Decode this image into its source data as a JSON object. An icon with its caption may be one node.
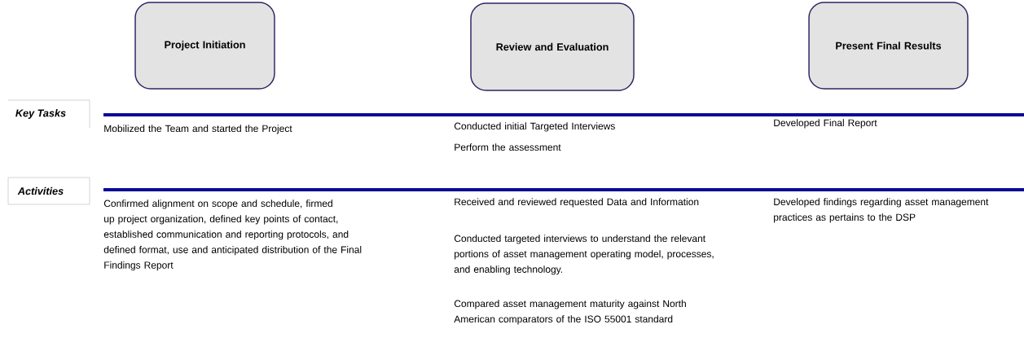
{
  "diagram": {
    "nodes": [
      {
        "text": [
          "Project Initiation"
        ]
      },
      {
        "text": [
          "Review and Evaluation"
        ]
      },
      {
        "text": [
          "Present Final Results"
        ]
      },
      {
        "text": [
          "Key Tasks"
        ]
      },
      {
        "text": [
          "Activities"
        ]
      }
    ],
    "labels": [
      "Mobilized the Team and started the Project",
      "Conducted initial Targeted Interviews",
      "Perform the assessment",
      "Developed Final Report",
      "Confirmed alignment on scope and schedule, firmed up project organization, defined key points of contact, established communication and reporting protocols, and defined format, use and anticipated distribution of the Final Findings Report",
      "Received and reviewed requested Data and Information",
      "Conducted targeted interviews to understand the relevant portions of asset management operating model, processes, and enabling technology.",
      "Compared asset management maturity against North American comparators of the ISO 55001 standard",
      "Developed findings regarding asset management practices as pertains to the DSP"
    ]
  }
}
